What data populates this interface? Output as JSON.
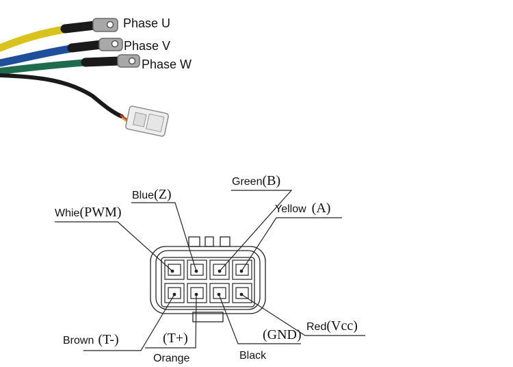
{
  "wire_labels": {
    "phase_u": "Phase U",
    "phase_v": "Phase V",
    "phase_w": "Phase W"
  },
  "pin_labels": {
    "green": "Green",
    "green_sig": "(B)",
    "blue": "Blue",
    "blue_sig": "(Z)",
    "yellow": "Yellow",
    "yellow_sig": "(A)",
    "white": "Whie",
    "white_sig": "(PWM)",
    "red": "Red",
    "red_sig": "(Vcc)",
    "gnd_sig": "(GND)",
    "black": "Black",
    "brown": "Brown",
    "brown_sig": "(T-)",
    "orange_sig": "(T+)",
    "orange": "Orange"
  },
  "colors": {
    "wire_yellow": "#d8c21e",
    "wire_blue": "#1f4f9a",
    "wire_green": "#1f6b4e",
    "cable_sheath": "#1a1a1a",
    "lug": "#a8a8a8",
    "plug": "#eeeeee",
    "line": "#222222"
  }
}
